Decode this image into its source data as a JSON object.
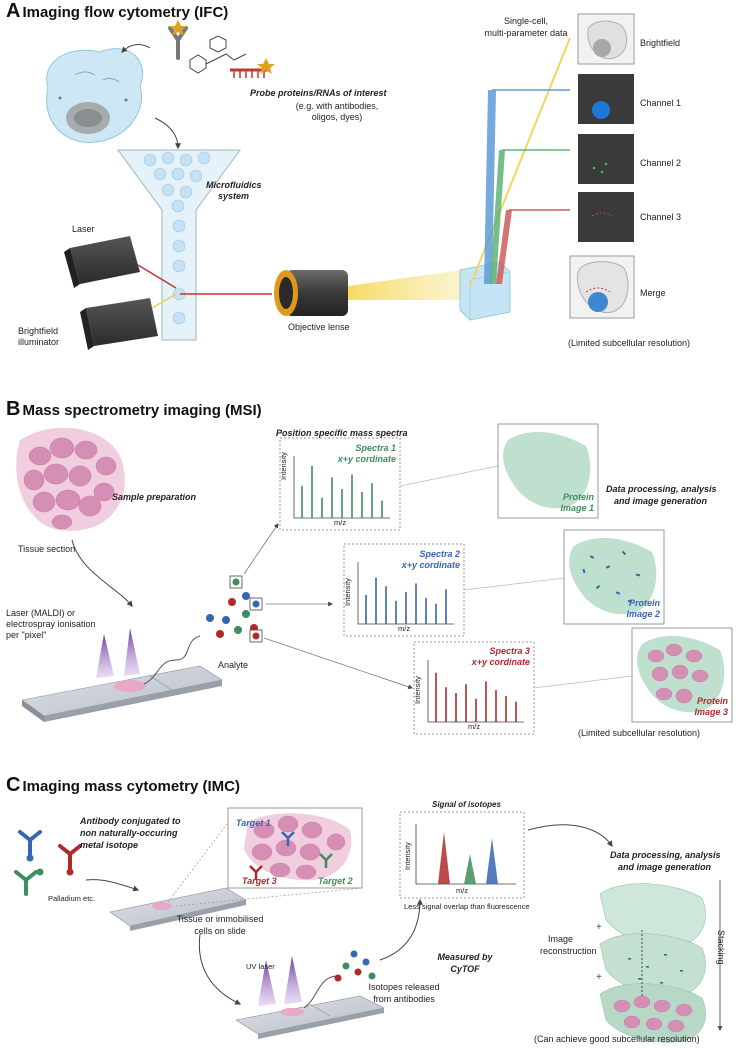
{
  "panels": {
    "a": {
      "letter": "A",
      "title": "Imaging flow cytometry (IFC)",
      "probe_title": "Probe proteins/RNAs of interest",
      "probe_sub_1": "(e.g. with antibodies,",
      "probe_sub_2": "oligos, dyes)",
      "microfluidics_1": "Microfluidics",
      "microfluidics_2": "system",
      "laser": "Laser",
      "brightfield_1": "Brightfield",
      "brightfield_2": "illuminator",
      "objective": "Objective lense",
      "single_cell_1": "Single-cell,",
      "single_cell_2": "multi-parameter data",
      "channels": [
        "Brightfield",
        "Channel 1",
        "Channel 2",
        "Channel 3",
        "Merge"
      ],
      "limited": "(Limited subcellular resolution)"
    },
    "b": {
      "letter": "B",
      "title": "Mass spectrometry imaging (MSI)",
      "sample_prep": "Sample preparation",
      "tissue_section": "Tissue section",
      "laser_1": "Laser (MALDI) or",
      "laser_2": "electrospray ionisation",
      "laser_3": "per \"pixel\"",
      "analyte": "Analyte",
      "position_spectra": "Position specific mass spectra",
      "intensity": "Intensity",
      "mz": "m/z",
      "spectra": [
        {
          "name": "Spectra 1",
          "coord": "x+y cordinate"
        },
        {
          "name": "Spectra 2",
          "coord": "x+y cordinate"
        },
        {
          "name": "Spectra 3",
          "coord": "x+y cordinate"
        }
      ],
      "protein_images": [
        {
          "line1": "Protein",
          "line2": "Image 1"
        },
        {
          "line1": "Protein",
          "line2": "Image 2"
        },
        {
          "line1": "Protein",
          "line2": "Image 3"
        }
      ],
      "processing_1": "Data processing, analysis",
      "processing_2": "and image generation",
      "limited": "(Limited subcellular resolution)"
    },
    "c": {
      "letter": "C",
      "title": "Imaging mass cytometry (IMC)",
      "antibody_1": "Antibody conjugated to",
      "antibody_2": "non naturally-occuring",
      "antibody_3": "metal isotope",
      "palladium": "Palladium etc.",
      "targets": [
        "Target 1",
        "Target 2",
        "Target 3"
      ],
      "tissue_1": "Tissue or immobilised",
      "tissue_2": "cells on slide",
      "uv_laser": "UV laser",
      "isotopes_1": "Isotopes released",
      "isotopes_2": "from antibodies",
      "measured_1": "Measured by",
      "measured_2": "CyTOF",
      "signal": "Signal of isotopes",
      "intensity": "Intensity",
      "mz": "m/z",
      "less_signal": "Less signal overlap than fluorescence",
      "processing_1": "Data processing, analysis",
      "processing_2": "and image generation",
      "image_1": "Image",
      "image_2": "reconstruction",
      "stacking": "Stacking",
      "good": "(Can achieve good subcellular resolution)"
    }
  },
  "colors": {
    "green": "#3e8d5e",
    "blue": "#3566b0",
    "red": "#b02a2a",
    "tissue_pink": "#d58fb4",
    "protein_green": "#bfe0cf",
    "cell_blue": "#cde8f4",
    "beam_yellow": "#f7dd6e"
  },
  "icons": [
    "antibody-icon",
    "dye-molecule-icon",
    "rna-probe-icon",
    "laser-icon",
    "objective-lens-icon",
    "prism-icon",
    "slide-icon"
  ]
}
